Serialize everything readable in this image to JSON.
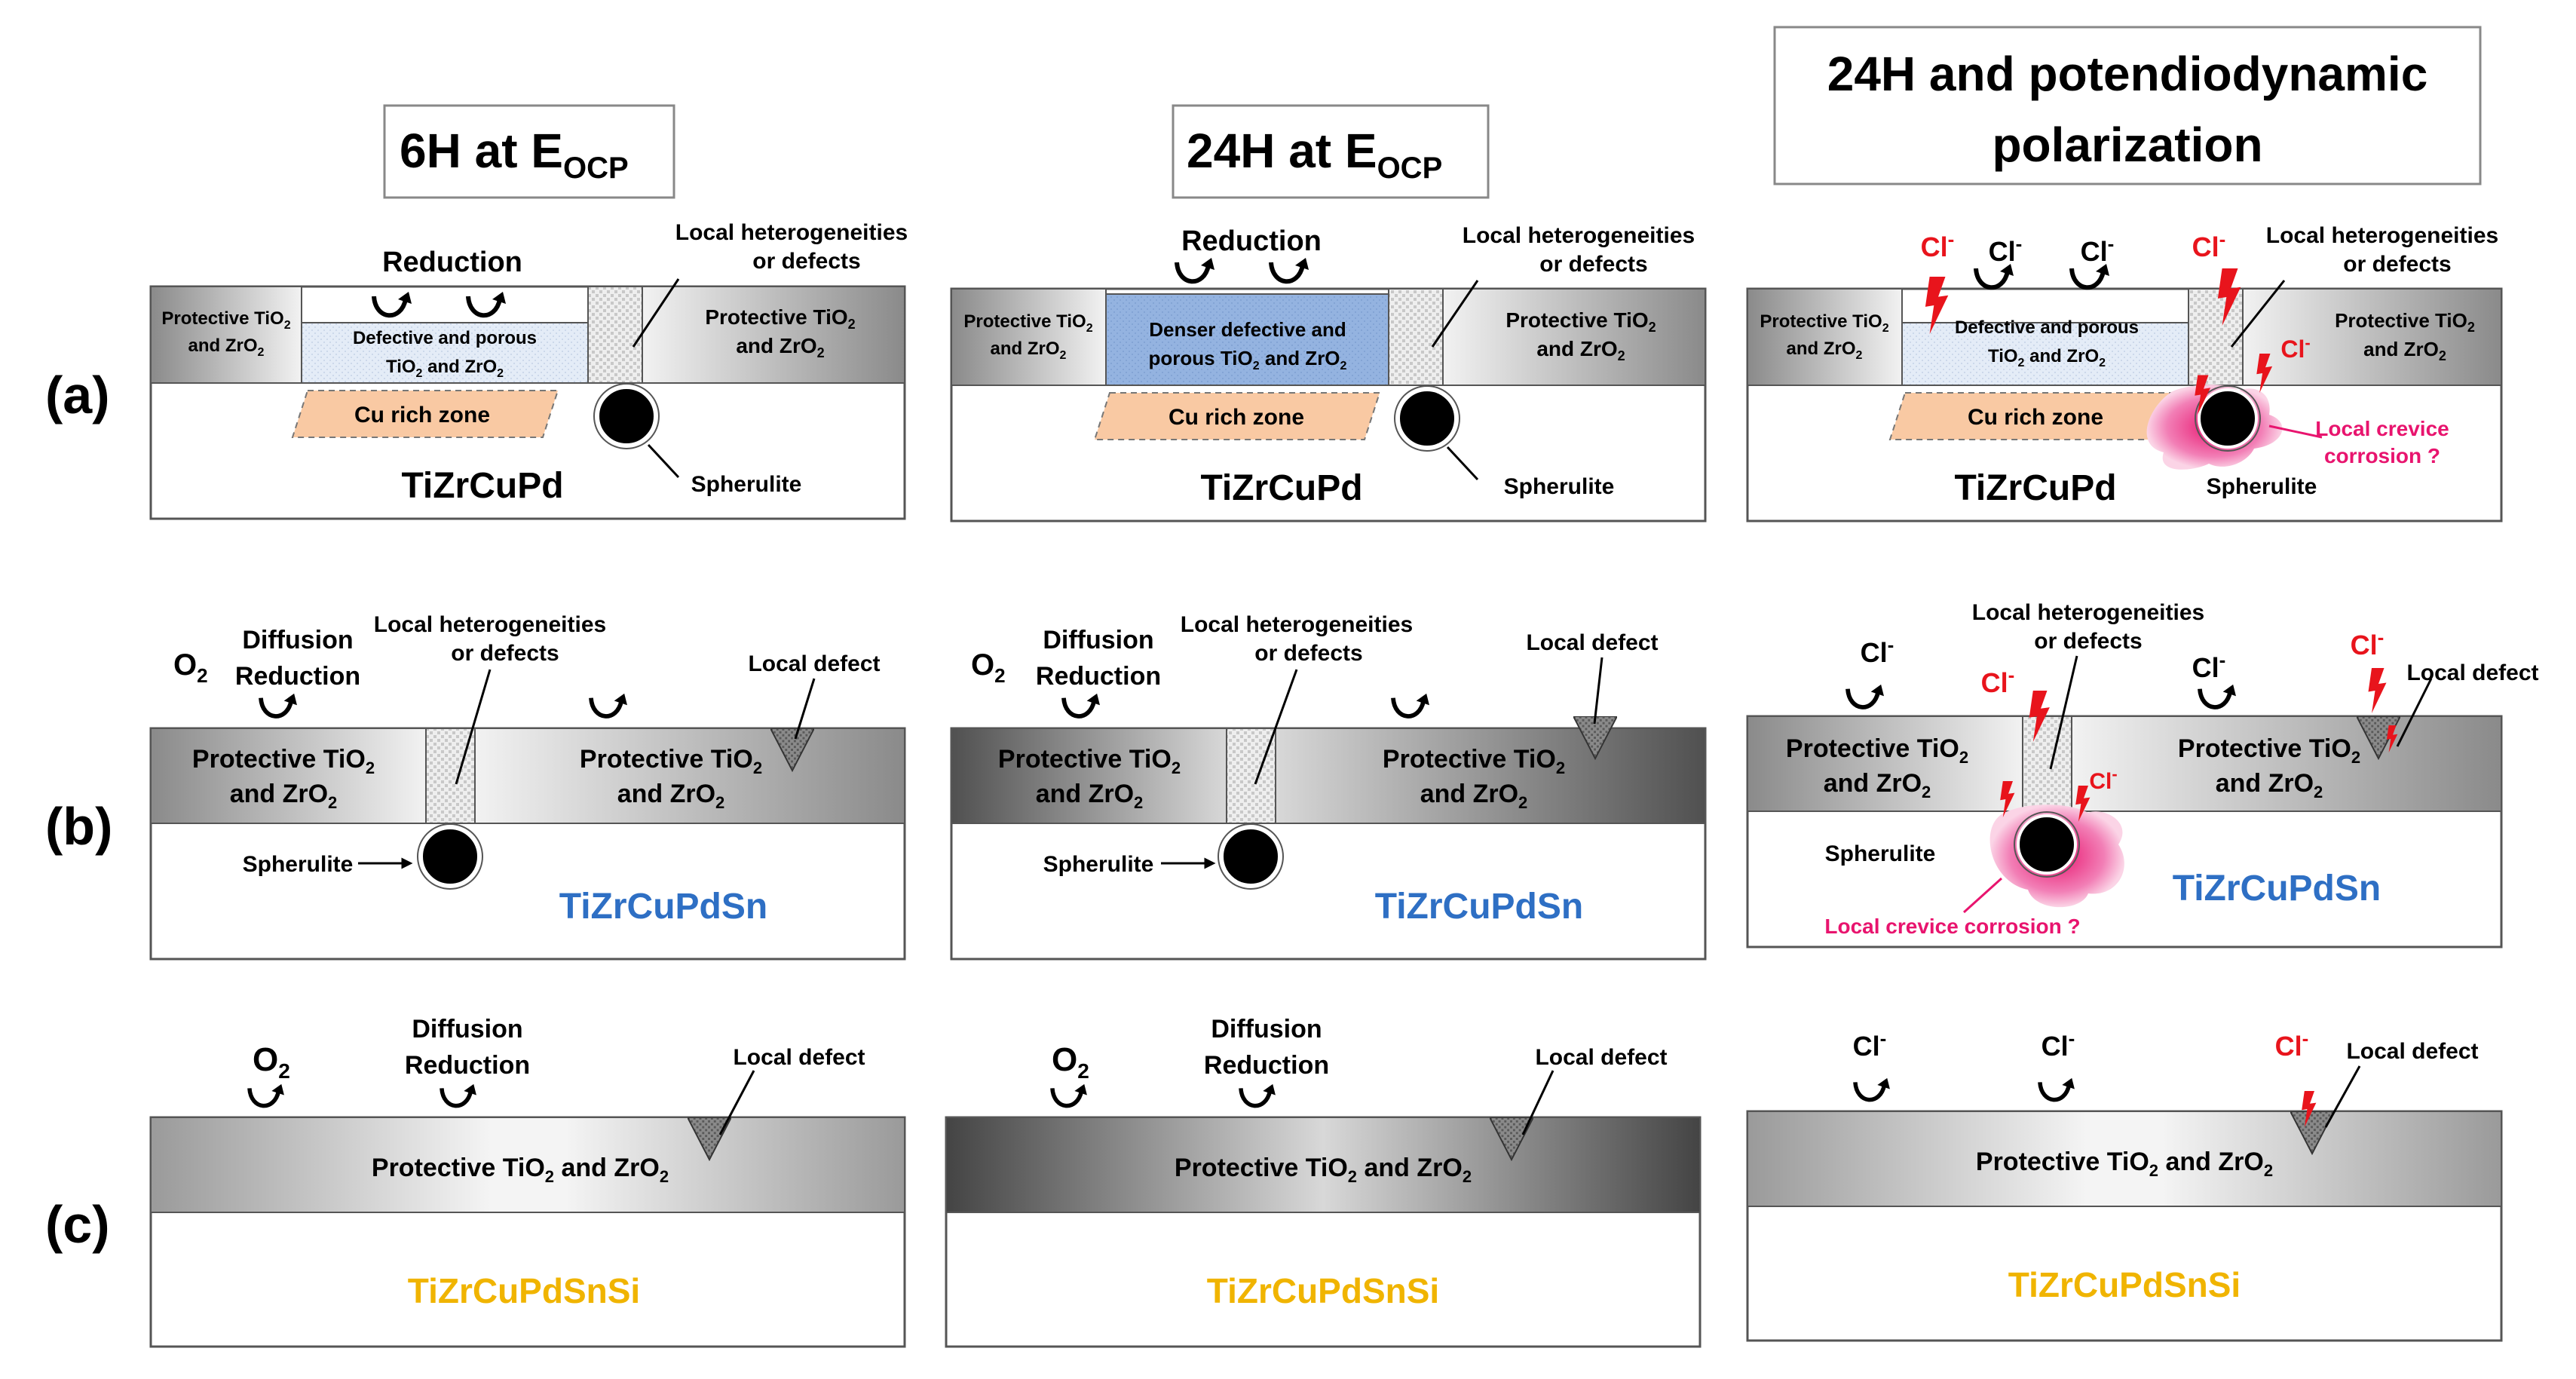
{
  "headers": {
    "col1_main": "6H at E",
    "col1_sub": "OCP",
    "col2_main": "24H at E",
    "col2_sub": "OCP",
    "col3_line1": "24H and potendiodynamic",
    "col3_line2": "polarization"
  },
  "rows": {
    "a": "(a)",
    "b": "(b)",
    "c": "(c)"
  },
  "labels": {
    "reduction": "Reduction",
    "diffusion": "Diffusion",
    "local_het_1": "Local heterogeneities",
    "local_het_2": "or defects",
    "spherulite": "Spherulite",
    "cu_rich_zone": "Cu rich zone",
    "local_defect": "Local defect",
    "protective_1": "Protective TiO",
    "protective_1b": "Protective TiO",
    "and_zro": "and ZrO",
    "protective_full_pre": "Protective TiO",
    "protective_full_mid": " and ZrO",
    "defective_1": "Defective and porous",
    "defective_2": "TiO",
    "defective_2b": " and ZrO",
    "denser_1": "Denser defective and",
    "denser_2": "porous TiO",
    "denser_2b": " and ZrO",
    "crevice_1": "Local crevice",
    "crevice_2": "corrosion ?",
    "crevice_one_line": "Local crevice corrosion ?",
    "o2": "O",
    "cl": "Cl",
    "sub2": "2",
    "minus": "-"
  },
  "alloys": {
    "a": "TiZrCuPd",
    "b": "TiZrCuPdSn",
    "c": "TiZrCuPdSnSi"
  },
  "colors": {
    "alloy_b": "#2e6fc4",
    "alloy_c": "#f0b400",
    "chloride_red": "#e8141c",
    "crevice_pink": "#e8146e",
    "cu_zone": "#f9c9a3",
    "defective_film": "#dfe8f5",
    "denser_film": "#8fb0df"
  }
}
